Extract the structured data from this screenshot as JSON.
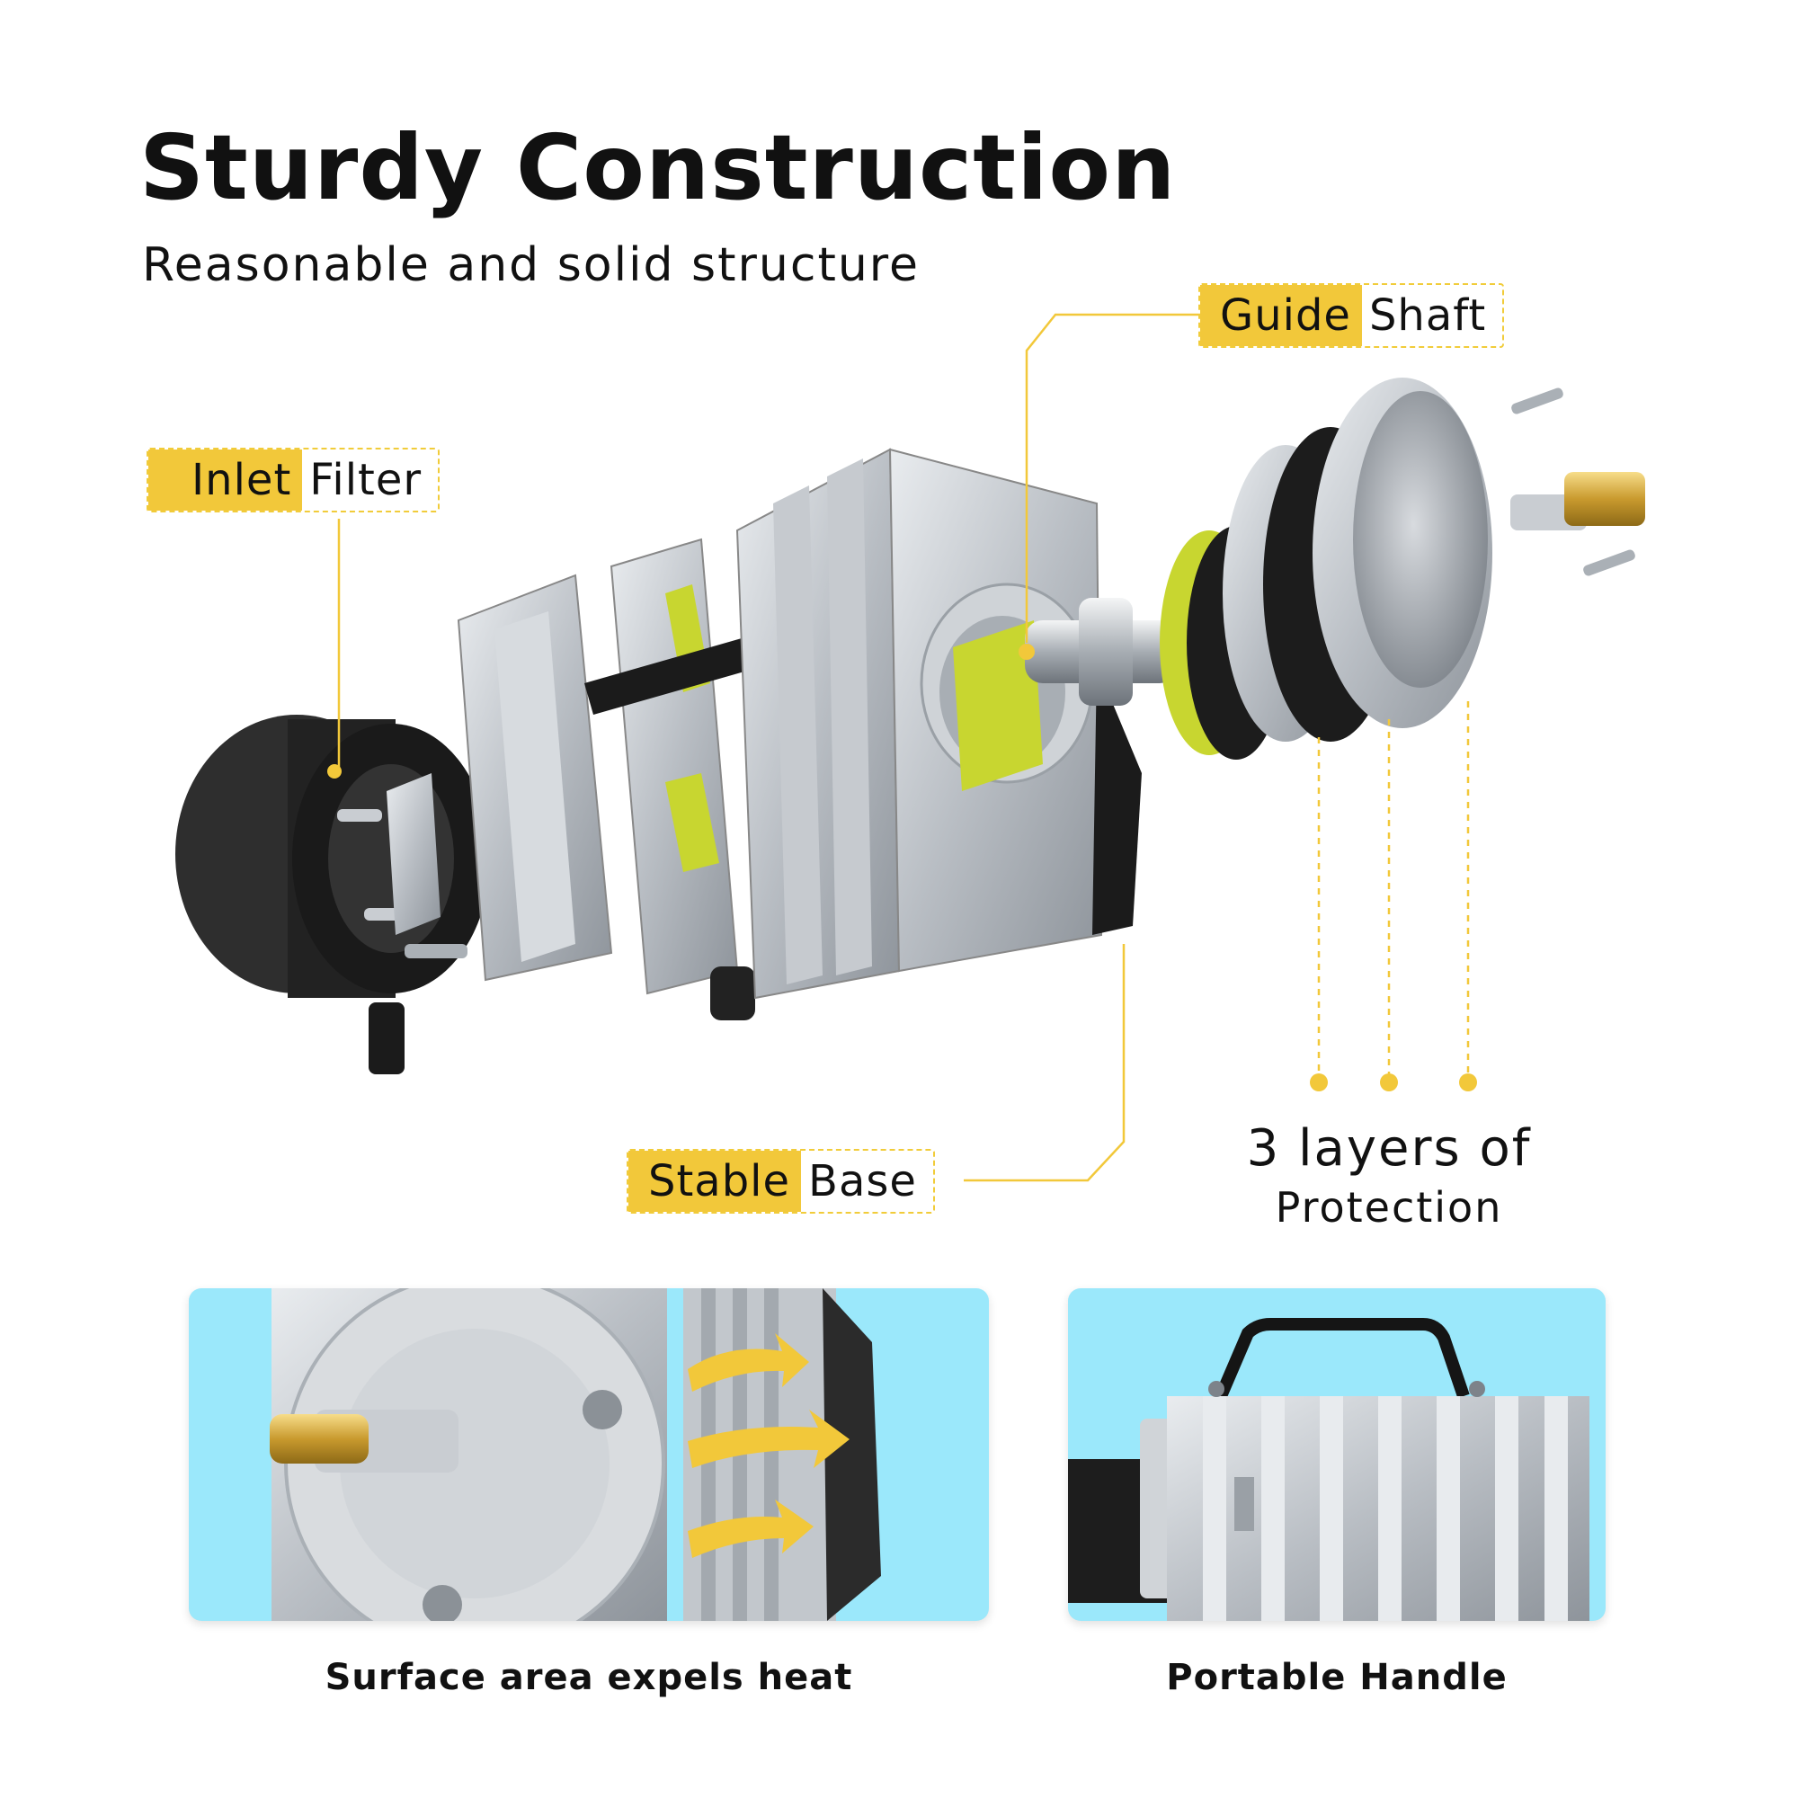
{
  "header": {
    "title": "Sturdy Construction",
    "subtitle": "Reasonable and solid structure"
  },
  "callouts": {
    "guide_shaft": {
      "highlight": "Guide",
      "rest": "Shaft"
    },
    "inlet_filter": {
      "highlight": "Inlet",
      "rest": "Filter"
    },
    "stable_base": {
      "highlight": "Stable",
      "rest": "Base"
    }
  },
  "protection": {
    "line1": "3 layers of",
    "line2": "Protection"
  },
  "panels": {
    "heat": {
      "caption": "Surface area expels heat"
    },
    "handle": {
      "caption": "Portable Handle"
    }
  },
  "colors": {
    "accent_yellow": "#f2c83a",
    "panel_blue": "#9be8fb",
    "text": "#111111"
  }
}
